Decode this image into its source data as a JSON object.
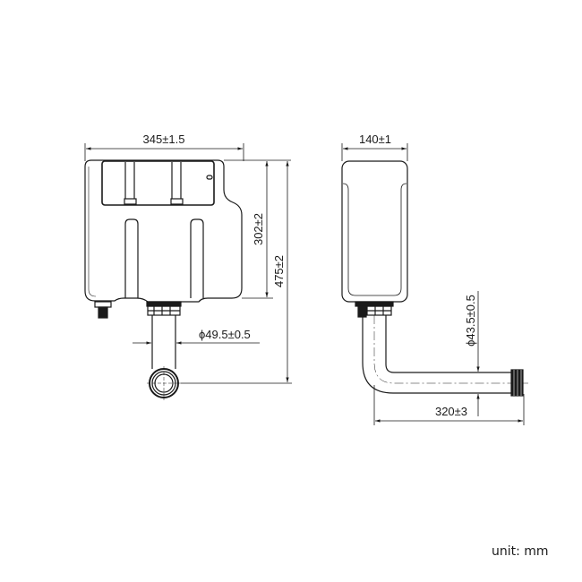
{
  "drawing": {
    "type": "technical-drawing",
    "subject": "concealed cistern with flush pipe",
    "unit_label": "unit: mm",
    "line_color": "#1a1a1a",
    "background": "#ffffff"
  },
  "front_view": {
    "width_dim": "345±1.5",
    "tank_height_dim": "302±2",
    "total_height_dim": "475±2",
    "outlet_diameter_dim": "ϕ49.5±0.5"
  },
  "side_view": {
    "depth_dim": "140±1",
    "pipe_diameter_dim": "ϕ43.5±0.5",
    "pipe_length_dim": "320±3"
  }
}
